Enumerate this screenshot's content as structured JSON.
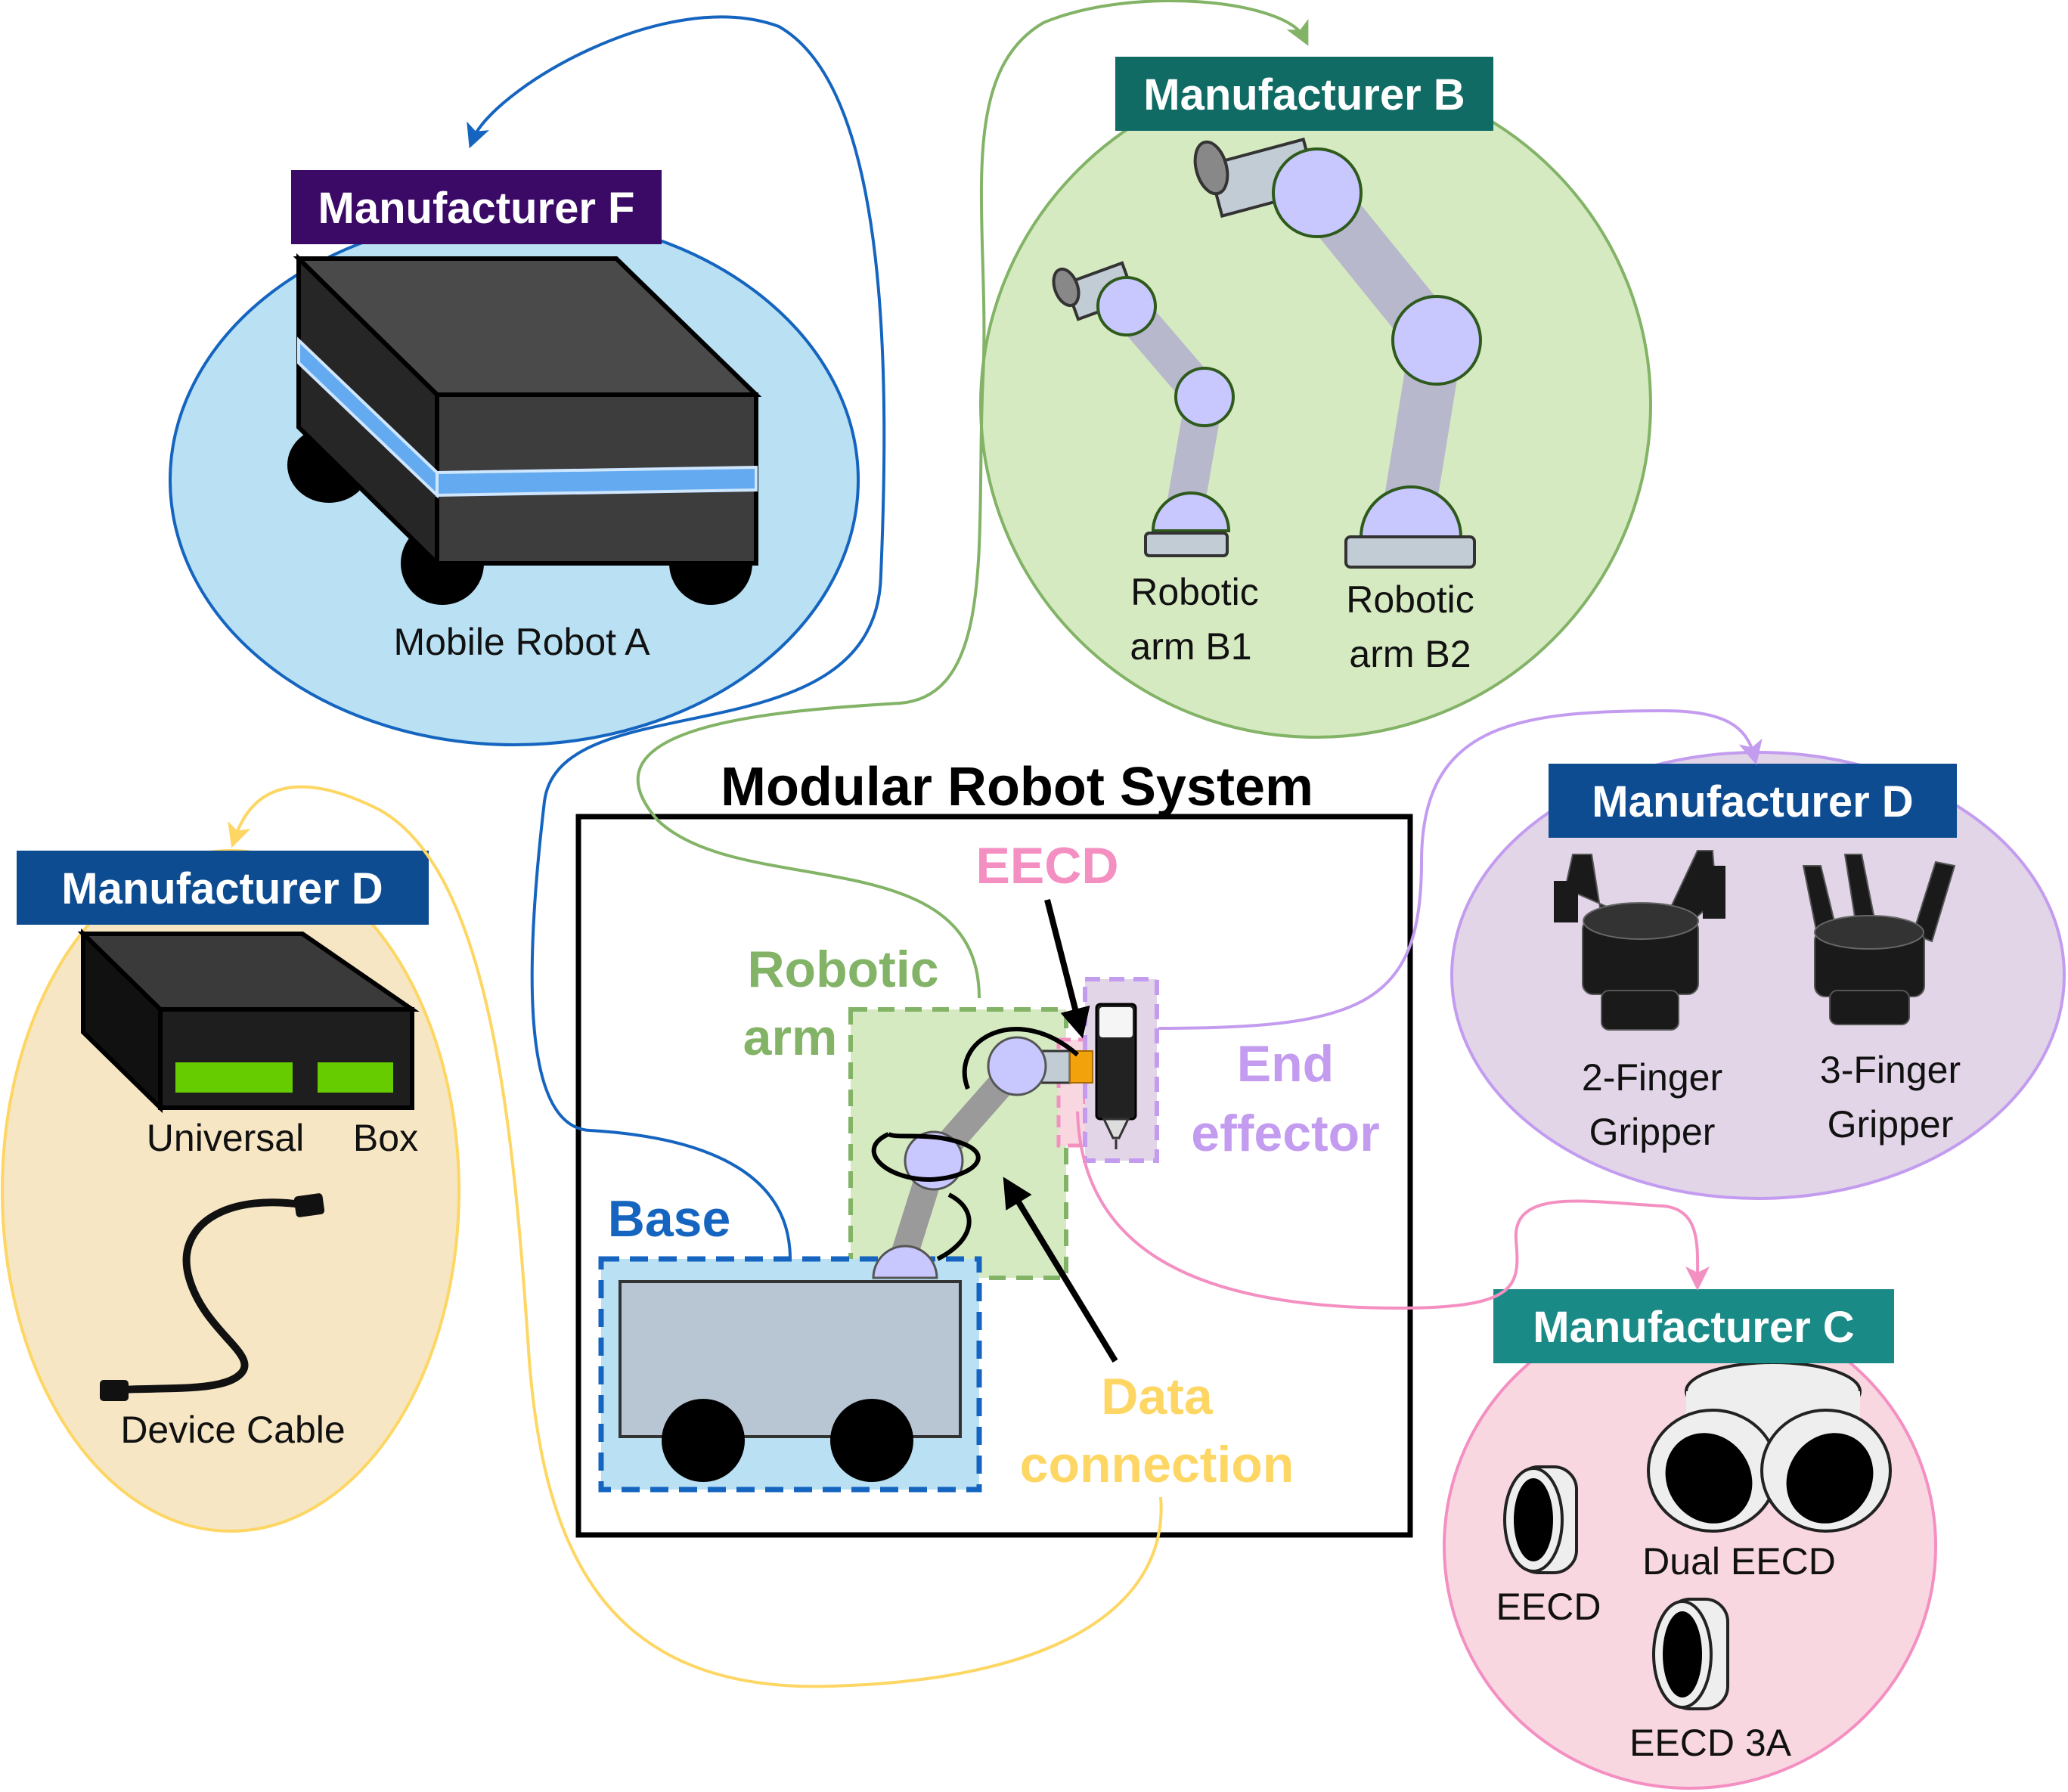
{
  "title": "Modular Robot System",
  "colors": {
    "blue": "#1565c0",
    "green": "#82b366",
    "purple": "#c39cf0",
    "pink": "#f48fc2",
    "yellow": "#fdd663",
    "tag_f": "#3a0a66",
    "tag_b": "#0f6b64",
    "tag_d": "#0e4c92",
    "tag_c": "#1a8a87"
  },
  "groups": {
    "manufacturer_f": {
      "tag": "Manufacturer F",
      "items": {
        "mobile_robot": "Mobile Robot A"
      }
    },
    "manufacturer_b": {
      "tag": "Manufacturer B",
      "items": {
        "arm_b1_line1": "Robotic",
        "arm_b1_line2": "arm B1",
        "arm_b2_line1": "Robotic",
        "arm_b2_line2": "arm B2"
      }
    },
    "manufacturer_d_grippers": {
      "tag": "Manufacturer D",
      "items": {
        "gripper2_line1": "2-Finger",
        "gripper2_line2": "Gripper",
        "gripper3_line1": "3-Finger",
        "gripper3_line2": "Gripper"
      }
    },
    "manufacturer_d_box": {
      "tag": "Manufacturer D",
      "items": {
        "universal": "Universal",
        "box": "Box",
        "cable": "Device Cable"
      }
    },
    "manufacturer_c": {
      "tag": "Manufacturer C",
      "items": {
        "eecd": "EECD",
        "dual_eecd": "Dual EECD",
        "eecd_3a": "EECD 3A"
      }
    }
  },
  "system": {
    "eecd": "EECD",
    "robotic_arm_line1": "Robotic",
    "robotic_arm_line2": "arm",
    "end_effector_line1": "End",
    "end_effector_line2": "effector",
    "base": "Base",
    "data_connection_line1": "Data",
    "data_connection_line2": "connection"
  }
}
